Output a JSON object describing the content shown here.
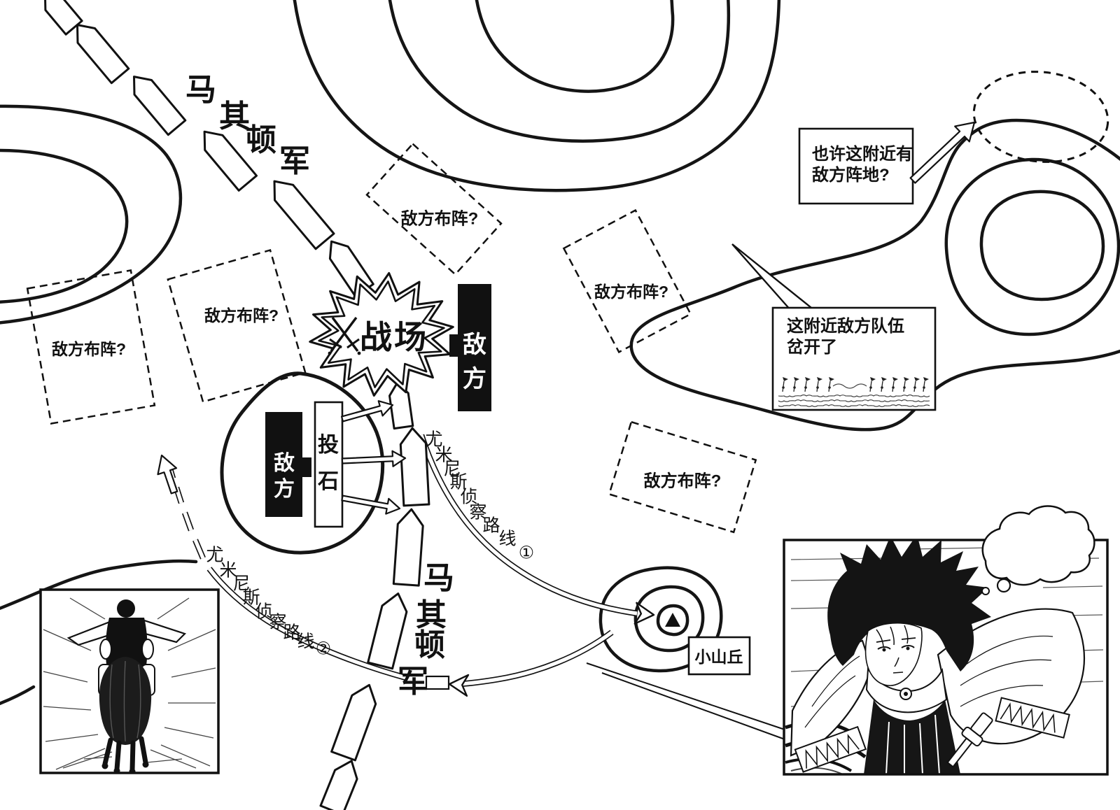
{
  "colors": {
    "ink": "#111111",
    "paper": "#ffffff"
  },
  "map": {
    "army_column_label": "马其顿军",
    "army_column_label_2": "马其顿军",
    "battlefield_label": "战场",
    "enemy_marker_label": "敌方",
    "catapult_label": "投石",
    "enemy_formation_label": "敌方布阵?",
    "hill_label": "小山丘",
    "scout_route_1_label": "尤米尼斯侦察路线①",
    "scout_route_2_label": "尤米尼斯侦察路线②"
  },
  "callouts": {
    "suspect_position": {
      "line1": "也许这附近有",
      "line2": "敌方阵地?"
    },
    "split_troops": {
      "line1": "这附近敌方队伍",
      "line2": "岔开了"
    }
  }
}
